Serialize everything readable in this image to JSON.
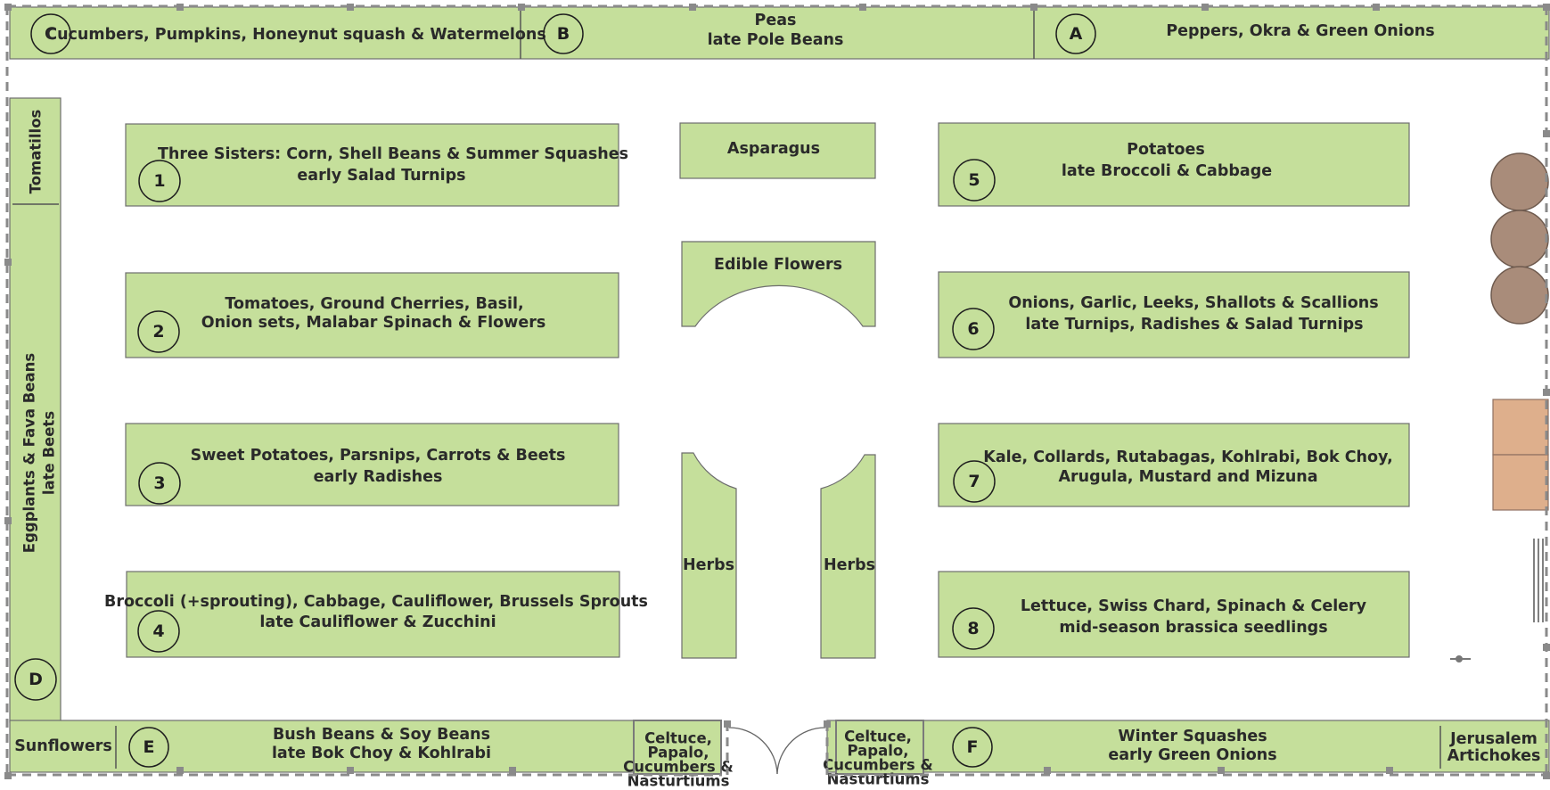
{
  "perimeter": {
    "C": {
      "marker": "C",
      "text": "Cucumbers, Pumpkins, Honeynut squash & Watermelons"
    },
    "B": {
      "marker": "B",
      "line1": "Peas",
      "line2": "late Pole Beans"
    },
    "A": {
      "marker": "A",
      "text": "Peppers, Okra & Green Onions"
    },
    "tomatillos": "Tomatillos",
    "left_long": {
      "line1": "Eggplants & Fava Beans",
      "line2": "late Beets"
    },
    "D": {
      "marker": "D"
    },
    "sunflowers": "Sunflowers",
    "E": {
      "marker": "E",
      "line1": "Bush Beans & Soy Beans",
      "line2": "late Bok Choy & Kohlrabi"
    },
    "celtuce_left": [
      "Celtuce,",
      "Papalo,",
      "Cucumbers &",
      "Nasturtiums"
    ],
    "celtuce_right": [
      "Celtuce,",
      "Papalo,",
      "Cucumbers &",
      "Nasturtiums"
    ],
    "F": {
      "marker": "F",
      "line1": "Winter Squashes",
      "line2": "early Green Onions"
    },
    "jerusalem": {
      "line1": "Jerusalem",
      "line2": "Artichokes"
    }
  },
  "beds": {
    "b1": {
      "num": "1",
      "line1": "Three Sisters: Corn, Shell Beans & Summer Squashes",
      "line2": "early Salad Turnips"
    },
    "b2": {
      "num": "2",
      "line1": "Tomatoes, Ground Cherries, Basil,",
      "line2": "Onion sets, Malabar Spinach & Flowers"
    },
    "b3": {
      "num": "3",
      "line1": "Sweet Potatoes, Parsnips, Carrots & Beets",
      "line2": "early Radishes"
    },
    "b4": {
      "num": "4",
      "line1": "Broccoli (+sprouting), Cabbage, Cauliflower, Brussels Sprouts",
      "line2": "late Cauliflower & Zucchini"
    },
    "b5": {
      "num": "5",
      "line1": "Potatoes",
      "line2": "late Broccoli & Cabbage"
    },
    "b6": {
      "num": "6",
      "line1": "Onions, Garlic, Leeks, Shallots & Scallions",
      "line2": "late Turnips, Radishes & Salad Turnips"
    },
    "b7": {
      "num": "7",
      "line1": "Kale, Collards, Rutabagas, Kohlrabi, Bok Choy,",
      "line2": "Arugula, Mustard and Mizuna"
    },
    "b8": {
      "num": "8",
      "line1": "Lettuce, Swiss Chard, Spinach & Celery",
      "line2": "mid-season brassica seedlings"
    }
  },
  "center": {
    "asparagus": "Asparagus",
    "edible_flowers": "Edible Flowers",
    "herbs_left": "Herbs",
    "herbs_right": "Herbs"
  },
  "colors": {
    "bed_fill": "#c5df9b",
    "fence": "#8a8a8a",
    "barrel": "#a98c7a",
    "compost_bin": "#deaf8c"
  }
}
